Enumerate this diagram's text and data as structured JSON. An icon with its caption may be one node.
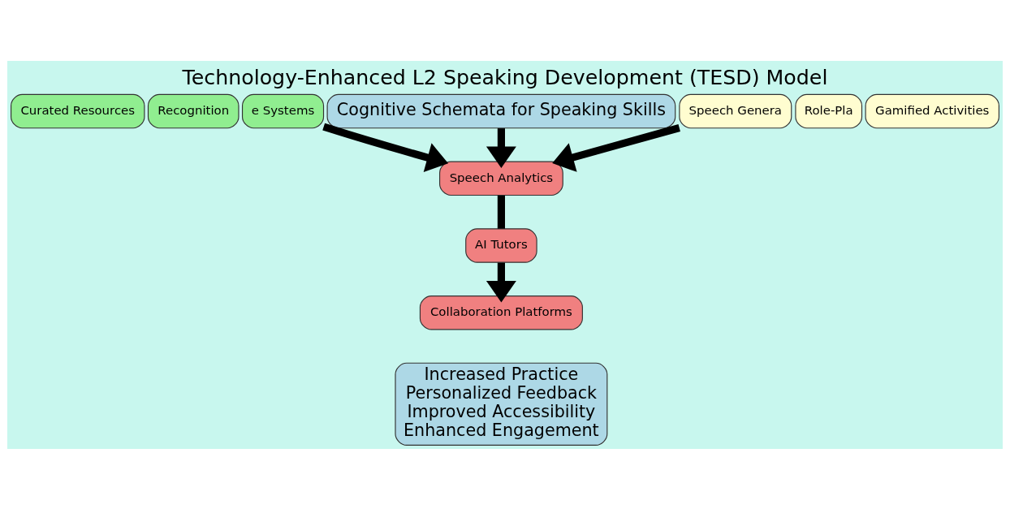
{
  "diagram": {
    "title": "Technology-Enhanced L2 Speaking Development (TESD) Model",
    "nodes": [
      {
        "text": [
          "Cognitive Schemata for Speaking Skills"
        ]
      },
      {
        "text": [
          "Curated Resources"
        ]
      },
      {
        "text": [
          "Recognition"
        ]
      },
      {
        "text": [
          "e Systems"
        ]
      },
      {
        "text": [
          "Speech Genera"
        ]
      },
      {
        "text": [
          "Role-Pla"
        ]
      },
      {
        "text": [
          "Gamified Activities"
        ]
      },
      {
        "text": [
          "Speech Analytics"
        ]
      },
      {
        "text": [
          "AI Tutors"
        ]
      },
      {
        "text": [
          "Collaboration Platforms"
        ]
      },
      {
        "text": [
          "Increased Practice",
          "Personalized Feedback",
          "Improved Accessibility",
          "Enhanced Engagement"
        ]
      }
    ],
    "edges": [
      {
        "from": 0,
        "to": 7,
        "arrow": "to"
      },
      {
        "from": 3,
        "to": 7,
        "arrow": "to"
      },
      {
        "from": 4,
        "to": 7,
        "arrow": "to"
      },
      {
        "from": 7,
        "to": 8,
        "arrow": "none"
      },
      {
        "from": 8,
        "to": 9,
        "arrow": "to"
      }
    ]
  }
}
